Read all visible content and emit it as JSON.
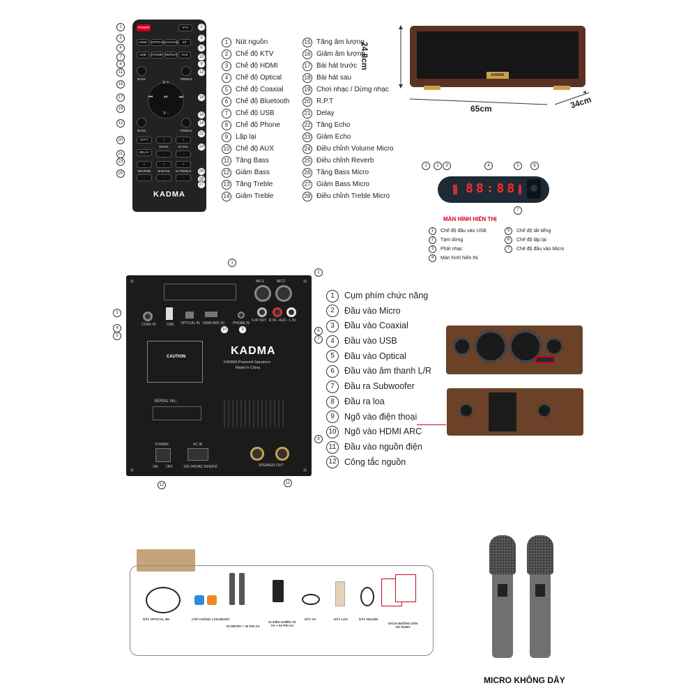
{
  "remote": {
    "power": "POWER",
    "ktv": "KTV",
    "row2": [
      "HDMI",
      "OPTICAL",
      "COAXIAL",
      "BT"
    ],
    "row3": [
      "USB",
      "PHONE",
      "REPEAT",
      "AUX"
    ],
    "bass": "BASS",
    "treble": "TREBLE",
    "vplus": "V +",
    "vminus": "V -",
    "rpt": "R.P.T",
    "echo": "ECHO",
    "mvol": "M.VOL",
    "delay": "DELAY",
    "reverb": "REVERB",
    "mbass": "M.BASS",
    "mtreble": "M.TREBLE",
    "brand": "KADMA",
    "callouts": [
      "1",
      "2",
      "3",
      "4",
      "5",
      "6",
      "7",
      "8",
      "9",
      "10",
      "11",
      "12",
      "13",
      "14",
      "15",
      "16",
      "17",
      "18",
      "19",
      "20",
      "21",
      "22",
      "23",
      "24",
      "25",
      "26",
      "27",
      "28"
    ]
  },
  "remote_legend_left": [
    {
      "n": "1",
      "t": "Nút nguồn"
    },
    {
      "n": "2",
      "t": "Chế độ KTV"
    },
    {
      "n": "3",
      "t": "Chế độ HDMI"
    },
    {
      "n": "4",
      "t": "Chế độ Optical"
    },
    {
      "n": "5",
      "t": "Chế độ Coaxial"
    },
    {
      "n": "6",
      "t": "Chế độ Bluetooth"
    },
    {
      "n": "7",
      "t": "Chế độ USB"
    },
    {
      "n": "8",
      "t": "Chế độ Phone"
    },
    {
      "n": "9",
      "t": "Lặp lại"
    },
    {
      "n": "10",
      "t": "Chế độ AUX"
    },
    {
      "n": "11",
      "t": "Tăng Bass"
    },
    {
      "n": "12",
      "t": "Giảm Bass"
    },
    {
      "n": "13",
      "t": "Tăng Treble"
    },
    {
      "n": "14",
      "t": "Giảm Treble"
    }
  ],
  "remote_legend_right": [
    {
      "n": "15",
      "t": "Tăng âm lượng"
    },
    {
      "n": "16",
      "t": "Giảm âm lượng"
    },
    {
      "n": "17",
      "t": "Bài hát trước"
    },
    {
      "n": "18",
      "t": "Bài hát sau"
    },
    {
      "n": "19",
      "t": "Chơi nhạc / Dừng nhạc"
    },
    {
      "n": "20",
      "t": "R.P.T"
    },
    {
      "n": "21",
      "t": "Delay"
    },
    {
      "n": "22",
      "t": "Tăng Echo"
    },
    {
      "n": "23",
      "t": "Giảm Echo"
    },
    {
      "n": "24",
      "t": "Điều chỉnh Volume Micro"
    },
    {
      "n": "25",
      "t": "Điều chỉnh Reverb"
    },
    {
      "n": "26",
      "t": "Tăng Bass Micro"
    },
    {
      "n": "27",
      "t": "Giảm Bass Micro"
    },
    {
      "n": "28",
      "t": "Điều chỉnh Treble Micro"
    }
  ],
  "dimensions": {
    "height": "24.8cm",
    "width": "65cm",
    "depth": "34cm",
    "brand": "KADMA"
  },
  "display": {
    "digits": "88:88",
    "callouts": [
      "1",
      "2",
      "3",
      "4",
      "5",
      "6",
      "7"
    ],
    "title": "MÀN HÌNH HIỂN THỊ",
    "legend_left": [
      {
        "n": "1",
        "t": "Chế độ đầu vào USB"
      },
      {
        "n": "2",
        "t": "Tạm dừng"
      },
      {
        "n": "3",
        "t": "Phát nhạc"
      },
      {
        "n": "4",
        "t": "Màn hình hiển thị"
      }
    ],
    "legend_right": [
      {
        "n": "5",
        "t": "Chế độ tắt tiếng"
      },
      {
        "n": "6",
        "t": "Chế độ lặp lại"
      },
      {
        "n": "7",
        "t": "Chế độ đầu vào Micro"
      }
    ]
  },
  "panel": {
    "mic1": "MIC1",
    "mic2": "MIC2",
    "coax": "COAX IN",
    "usb": "USB",
    "optical": "OPTICAL IN",
    "hdmi": "HDMI ARC IN",
    "phone": "PHONE IN",
    "sw": "S.W OUT",
    "rlaux": "R IN - AUX - L IN",
    "caution": "CAUTION",
    "brand": "KADMA",
    "powered": "KADMA Powered Speakers",
    "made": "Made in China",
    "serial": "SERIAL No.:",
    "power": "POWER",
    "on": "ON",
    "off": "OFF",
    "acin": "AC IN",
    "voltage": "100-240VAC 50/60HZ",
    "speaker": "SPEAKER OUT",
    "callouts": [
      "1",
      "2",
      "3",
      "4",
      "5",
      "6",
      "7",
      "8",
      "9",
      "10",
      "11",
      "12"
    ]
  },
  "panel_legend": [
    {
      "n": "1",
      "t": "Cụm phím chức năng"
    },
    {
      "n": "2",
      "t": "Đầu vào Micro"
    },
    {
      "n": "3",
      "t": "Đầu vào Coaxial"
    },
    {
      "n": "4",
      "t": "Đầu vào USB"
    },
    {
      "n": "5",
      "t": "Đầu vào Optical"
    },
    {
      "n": "6",
      "t": "Đầu vào âm thanh L/R"
    },
    {
      "n": "7",
      "t": "Đầu ra Subwoofer"
    },
    {
      "n": "8",
      "t": "Đầu ra loa"
    },
    {
      "n": "9",
      "t": "Ngõ vào điện thoại"
    },
    {
      "n": "10",
      "t": "Ngõ vào HDMI ARC"
    },
    {
      "n": "11",
      "t": "Đầu vào nguồn điện"
    },
    {
      "n": "12",
      "t": "Công tắc nguồn"
    }
  ],
  "accessories": [
    {
      "t": "DÂY OPTICAL 3M"
    },
    {
      "t": "CẢP CHỐNG LĂN MICRO"
    },
    {
      "t": "02 MICRO + 04 PIN AA"
    },
    {
      "t": "01 ĐIỀU KHIỂN TỪ XA + 02 PIN AA"
    },
    {
      "t": "DÂY AV"
    },
    {
      "t": "DÂY LOA"
    },
    {
      "t": "DÂY NGUỒN"
    },
    {
      "t": "SÁCH HƯỚNG DẪN SỬ DỤNG"
    }
  ],
  "mic_caption": "MICRO KHÔNG DÂY",
  "colors": {
    "accent_red": "#d0021b",
    "wood": "#6b4128",
    "panel": "#1b1b1b"
  }
}
